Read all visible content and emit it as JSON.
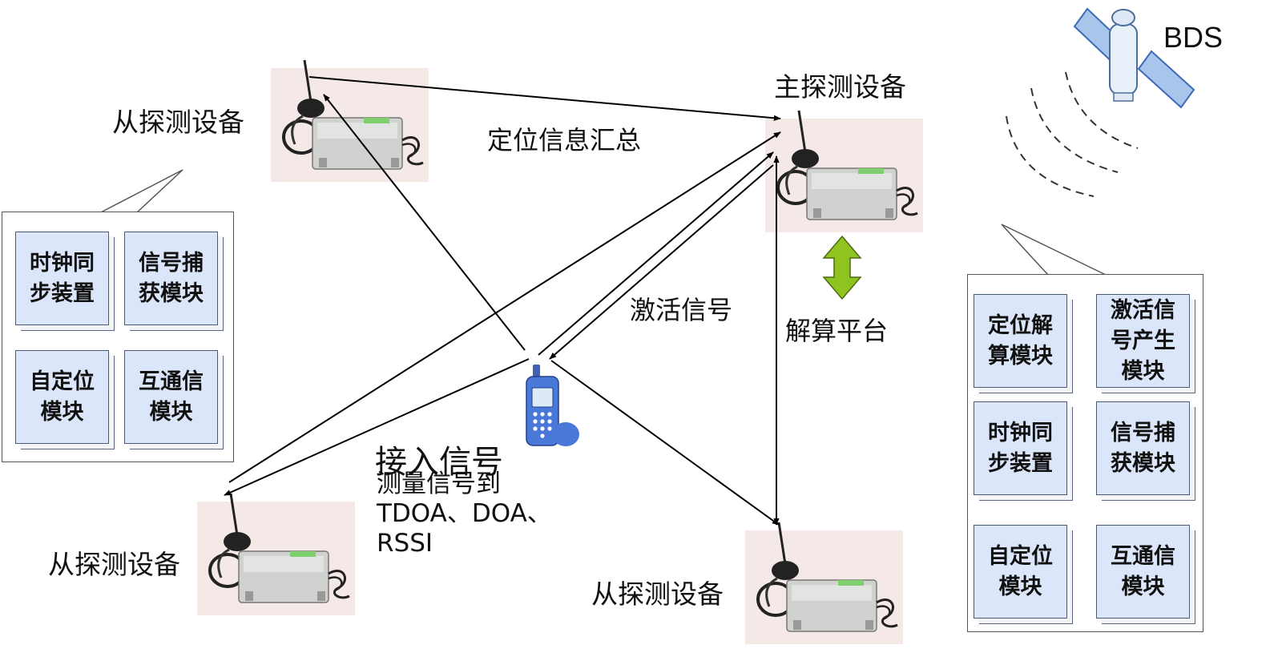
{
  "devices": {
    "slave_top_label": "从探测设备",
    "master_label": "主探测设备",
    "slave_bottom_left_label": "从探测设备",
    "slave_bottom_right_label": "从探测设备"
  },
  "links": {
    "aggregate_label": "定位信息汇总",
    "activate_label": "激活信号",
    "solver_label": "解算平台",
    "access_title": "接入信号",
    "measure_lines": [
      "测量信号到",
      "TDOA、DOA、",
      "RSSI"
    ]
  },
  "satellite": {
    "label": "BDS"
  },
  "left_panel": {
    "modules": [
      "时钟同步装置",
      "信号捕获模块",
      "自定位模块",
      "互通信模块"
    ]
  },
  "right_panel": {
    "modules": [
      "定位解算模块",
      "激活信号产生模块",
      "时钟同步装置",
      "信号捕获模块",
      "自定位模块",
      "互通信模块"
    ]
  },
  "colors": {
    "arrow": "#000000",
    "double_arrow": "#8fc31f",
    "module_fill": "#dbe6fa",
    "phone_body": "#4a78d8"
  },
  "icons": [
    "radio-detector-icon",
    "mobile-phone-icon",
    "satellite-icon",
    "signal-waves-icon",
    "double-arrow-icon"
  ]
}
